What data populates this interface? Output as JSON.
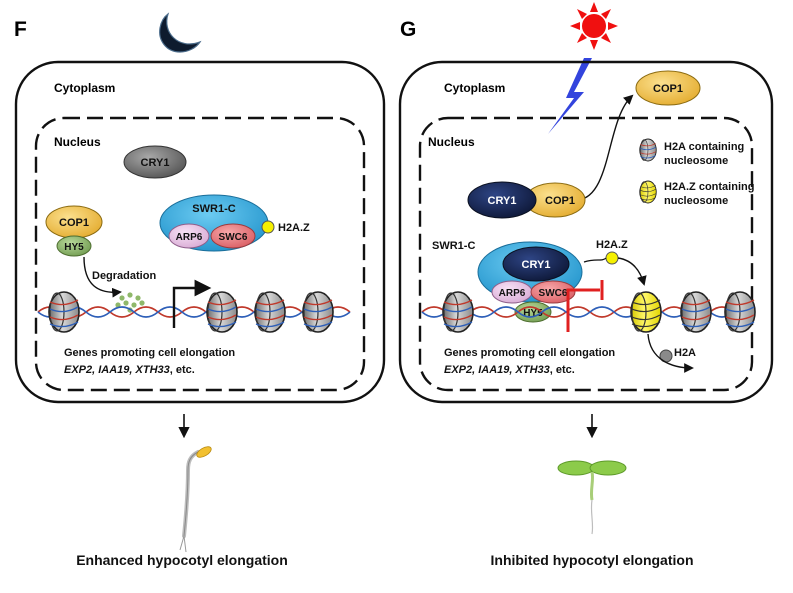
{
  "left": {
    "panel_letter": "F",
    "cytoplasm_label": "Cytoplasm",
    "nucleus_label": "Nucleus",
    "cry1_label": "CRY1",
    "cop1_label": "COP1",
    "hy5_label": "HY5",
    "swr1c_label": "SWR1-C",
    "arp6_label": "ARP6",
    "swc6_label": "SWC6",
    "h2az_label": "H2A.Z",
    "degradation_label": "Degradation",
    "genes_line1": "Genes promoting cell elongation",
    "genes_line2_italic": "EXP2, IAA19, XTH33",
    "genes_line2_rest": ", etc.",
    "caption": "Enhanced hypocotyl elongation",
    "icon": "moon-icon"
  },
  "right": {
    "panel_letter": "G",
    "cytoplasm_label": "Cytoplasm",
    "nucleus_label": "Nucleus",
    "cop1_cytoplasm_label": "COP1",
    "cry1_label": "CRY1",
    "cop1_label": "COP1",
    "legend_h2a_line1": "H2A containing",
    "legend_h2a_line2": "nucleosome",
    "legend_h2az_line1": "H2A.Z containing",
    "legend_h2az_line2": "nucleosome",
    "swr1c_label": "SWR1-C",
    "cry1_complex_label": "CRY1",
    "arp6_label": "ARP6",
    "swc6_label": "SWC6",
    "hy5_label": "HY5",
    "h2az_label": "H2A.Z",
    "h2a_label": "H2A",
    "genes_line1": "Genes promoting cell elongation",
    "genes_line2_italic": "EXP2, IAA19, XTH33",
    "genes_line2_rest": ", etc.",
    "caption": "Inhibited hypocotyl elongation",
    "icon": "sun-icon"
  },
  "colors": {
    "cop1": "#F2C34E",
    "hy5": "#8FB86A",
    "cry1_gray": "#7A7A7A",
    "cry1_navy": "#1B2B5E",
    "swr1c": "#2AA8E0",
    "arp6": "#E8C6E6",
    "swc6": "#E8757A",
    "h2az": "#F5F000",
    "sun": "#F01010",
    "lightning": "#3344DD",
    "inhibit": "#E02020",
    "cotyledon": "#8CCB4A"
  }
}
